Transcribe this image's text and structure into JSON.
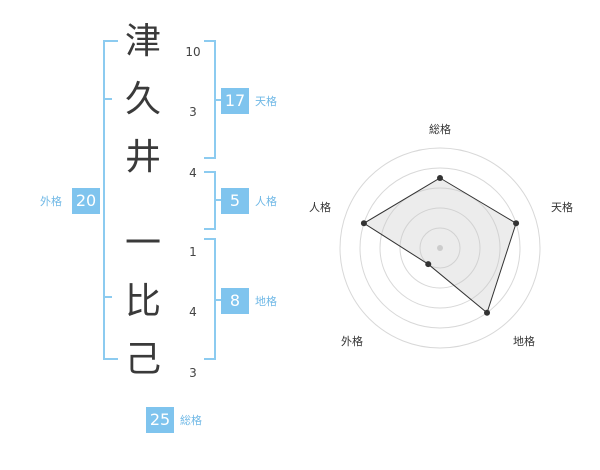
{
  "chars": [
    {
      "char": "津",
      "strokes": "10"
    },
    {
      "char": "久",
      "strokes": "3"
    },
    {
      "char": "井",
      "strokes": "4"
    },
    {
      "char": "一",
      "strokes": "1"
    },
    {
      "char": "比",
      "strokes": "4"
    },
    {
      "char": "己",
      "strokes": "3"
    }
  ],
  "fortune": {
    "tenkaku": {
      "label": "天格",
      "value": "17"
    },
    "jinkaku": {
      "label": "人格",
      "value": "5"
    },
    "chikaku": {
      "label": "地格",
      "value": "8"
    },
    "gaikaku": {
      "label": "外格",
      "value": "20"
    },
    "soukaku": {
      "label": "総格",
      "value": "25"
    }
  },
  "chart_data": {
    "type": "radar",
    "axes": [
      "総格",
      "天格",
      "地格",
      "外格",
      "人格"
    ],
    "values": [
      3.5,
      4.0,
      4.0,
      1.0,
      4.0
    ],
    "rmax": 5,
    "grid": true
  },
  "colors": {
    "accent": "#7fc4ee",
    "bracket": "#8ccbf0"
  }
}
